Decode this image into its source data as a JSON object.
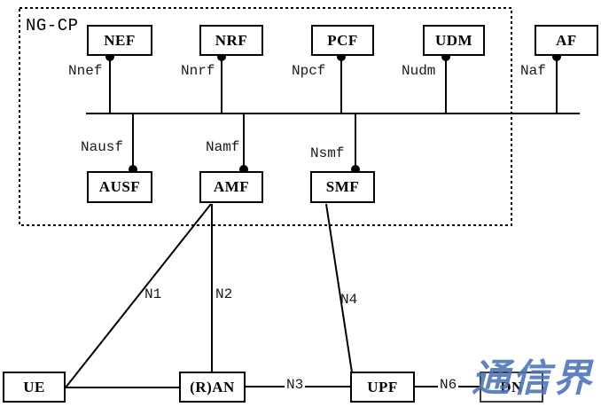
{
  "diagram": {
    "group_label": "NG-CP",
    "nodes": {
      "nef": "NEF",
      "nrf": "NRF",
      "pcf": "PCF",
      "udm": "UDM",
      "af": "AF",
      "ausf": "AUSF",
      "amf": "AMF",
      "smf": "SMF",
      "ue": "UE",
      "ran": "(R)AN",
      "upf": "UPF",
      "dn": "DN"
    },
    "service_labels": {
      "nnef": "Nnef",
      "nnrf": "Nnrf",
      "npcf": "Npcf",
      "nudm": "Nudm",
      "naf": "Naf",
      "nausf": "Nausf",
      "namf": "Namf",
      "nsmf": "Nsmf"
    },
    "reference_points": {
      "n1": "N1",
      "n2": "N2",
      "n3": "N3",
      "n4": "N4",
      "n6": "N6"
    },
    "watermark": {
      "text": "通信界",
      "color": "#4a71b8"
    },
    "line_color": "#000000"
  }
}
